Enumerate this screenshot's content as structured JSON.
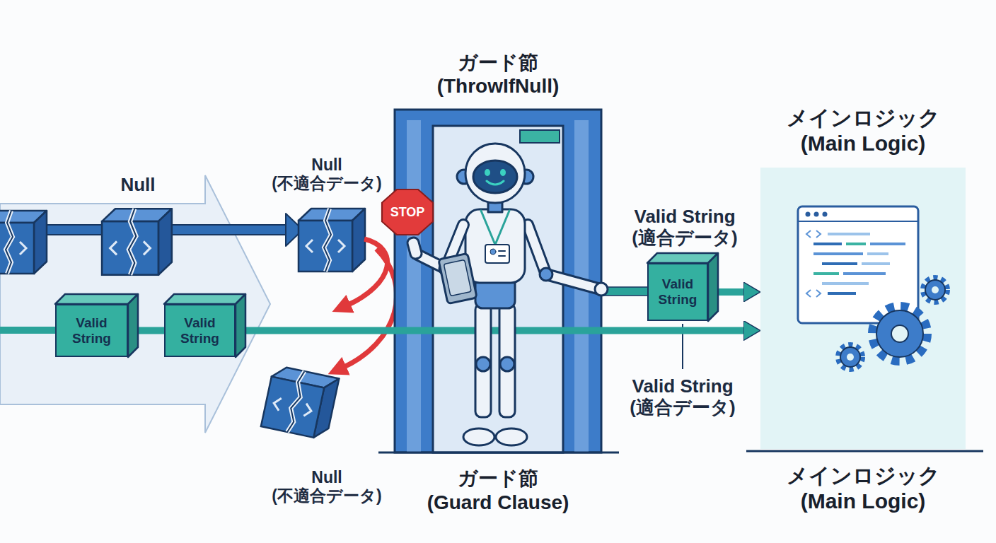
{
  "diagram": {
    "nodes": [
      {
        "text": [
          "Valid String"
        ]
      },
      {
        "text": [
          "Valid String"
        ]
      },
      {
        "text": [
          "STOP"
        ]
      },
      {
        "text": [
          "ガード節 (ThrowIfNull)",
          "ガード節 (Guard Clause)"
        ]
      },
      {
        "text": [
          "Valid String"
        ]
      },
      {
        "text": [
          "メインロジック (Main Logic)",
          "メインロジック (Main Logic)"
        ]
      }
    ],
    "edges": [
      {
        "from": 0,
        "to": 1,
        "arrow": "none"
      },
      {
        "from": 1,
        "to": 5,
        "arrow": "to"
      },
      {
        "from": 4,
        "to": 5,
        "arrow": "to"
      }
    ],
    "labels": [
      "Null",
      "Null (不適合データ)",
      "Valid String (適合データ)",
      "Valid String (適合データ)",
      "Null (不適合データ)"
    ]
  }
}
